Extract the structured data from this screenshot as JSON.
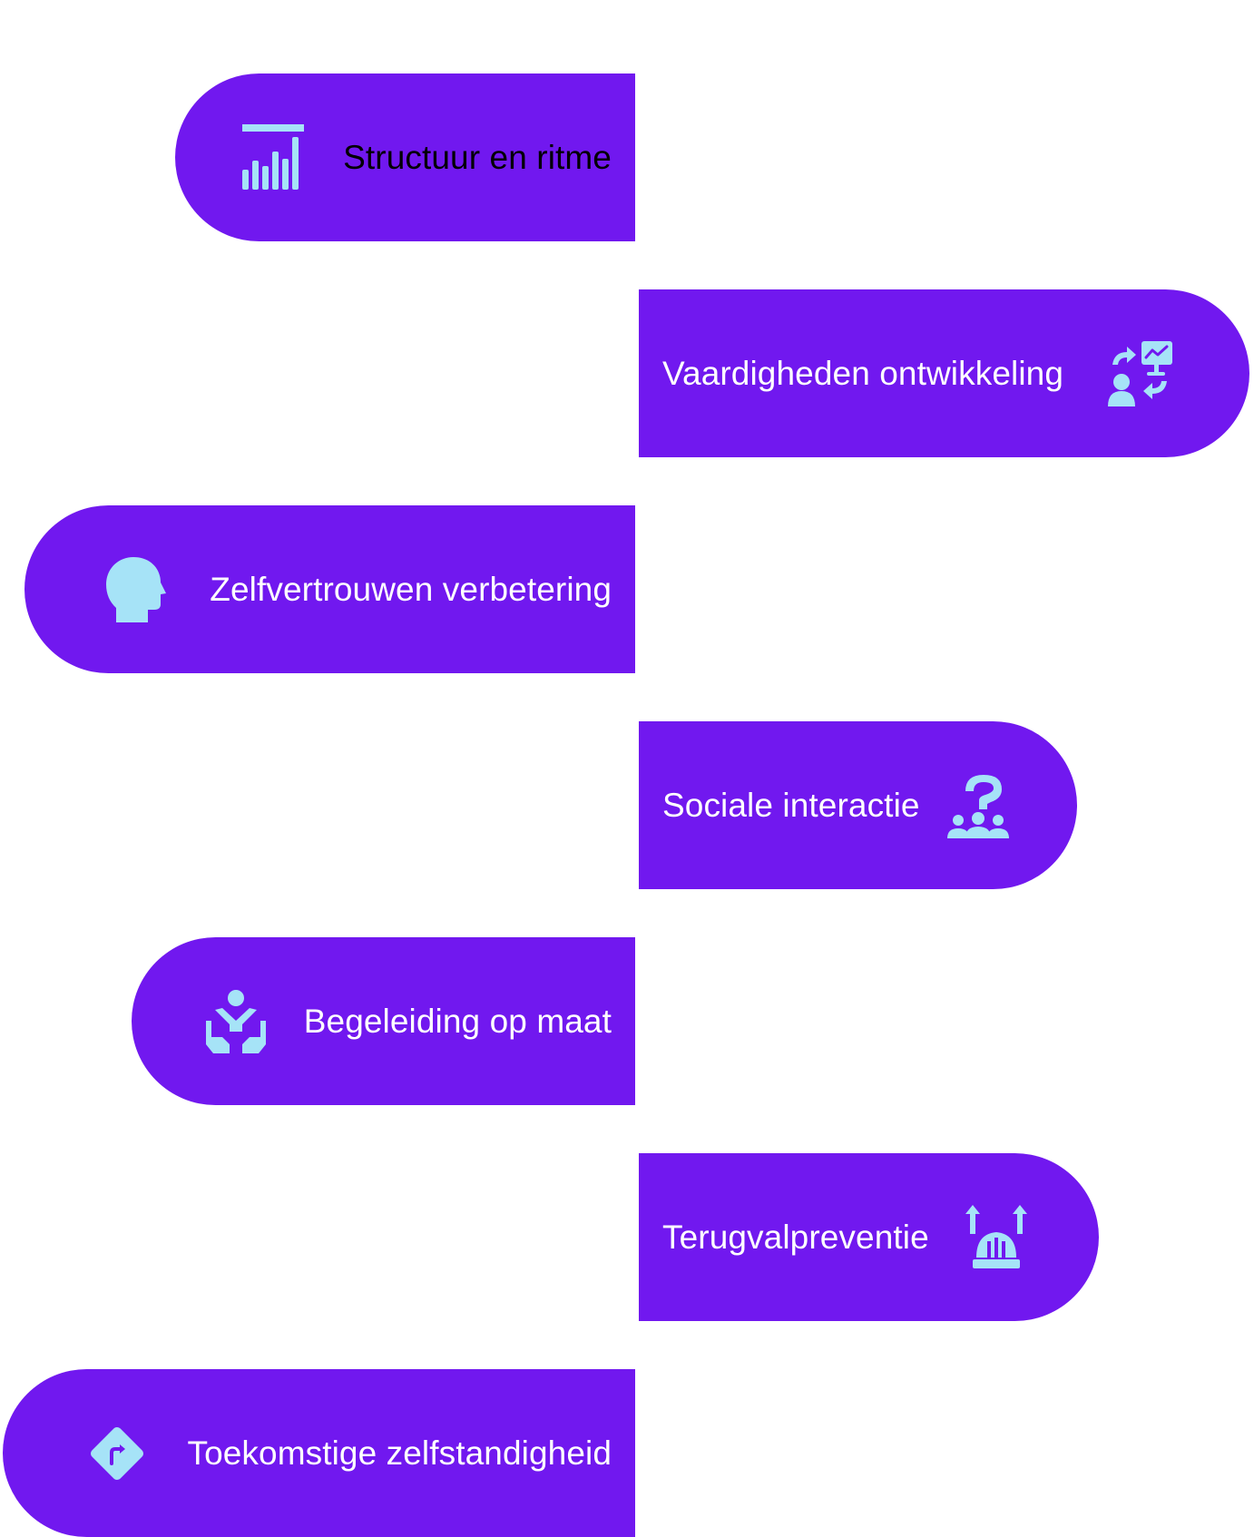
{
  "colors": {
    "pill": "#7118ef",
    "icon": "#a6e3f7",
    "text": "#ffffff",
    "text_first": "#000000"
  },
  "items": [
    {
      "label": "Structuur en ritme",
      "icon": "bar-chart-icon",
      "side": "left"
    },
    {
      "label": "Vaardigheden ontwikkeling",
      "icon": "presentation-exchange-icon",
      "side": "right"
    },
    {
      "label": "Zelfvertrouwen verbetering",
      "icon": "head-icon",
      "side": "left"
    },
    {
      "label": "Sociale interactie",
      "icon": "group-question-icon",
      "side": "right"
    },
    {
      "label": "Begeleiding op maat",
      "icon": "supporting-hands-icon",
      "side": "left"
    },
    {
      "label": "Terugvalpreventie",
      "icon": "helmet-arrows-icon",
      "side": "right"
    },
    {
      "label": "Toekomstige zelfstandigheid",
      "icon": "direction-sign-icon",
      "side": "left"
    }
  ]
}
